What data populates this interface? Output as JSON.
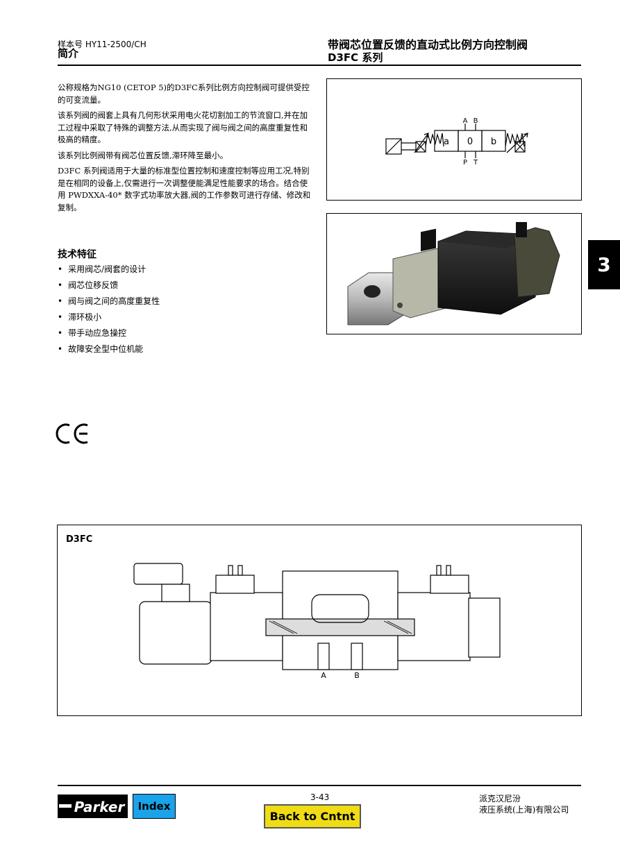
{
  "header": {
    "catalog": "样本号 HY11-2500/CH",
    "section": "简介",
    "title": "带阀芯位置反馈的直动式比例方向控制阀",
    "subtitle": "D3FC 系列"
  },
  "intro": {
    "p1": "公称规格为NG10 (CETOP 5)的D3FC系列比例方向控制阀可提供受控的可变流量。",
    "p2": "该系列阀的阀套上具有几何形状采用电火花切割加工的节流窗口,并在加工过程中采取了特殊的调整方法,从而实现了阀与阀之间的高度重复性和极高的精度。",
    "p3": "该系列比例阀带有阀芯位置反馈,滞环降至最小。",
    "p4": "D3FC 系列阀适用于大量的标准型位置控制和速度控制等应用工况,特别是在相同的设备上,仅需进行一次调整便能满足性能要求的场合。结合使用 PWDXXA-40* 数字式功率放大器,阀的工作参数可进行存储、修改和复制。"
  },
  "features": {
    "heading": "技术特征",
    "items": [
      "采用阀芯/阀套的设计",
      "阀芯位移反馈",
      "阀与阀之间的高度重复性",
      "滞环极小",
      "带手动应急操控",
      "故障安全型中位机能"
    ]
  },
  "symbol": {
    "a": "a",
    "zero": "0",
    "b": "b",
    "A": "A",
    "B": "B",
    "P": "P",
    "T": "T"
  },
  "side_tab": "3",
  "ce_mark": "CE",
  "section_drawing": {
    "label": "D3FC",
    "port_a": "A",
    "port_b": "B"
  },
  "footer": {
    "brand": "Parker",
    "index_label": "Index",
    "page": "3-43",
    "back_label": "Back to Cntnt",
    "company_line1": "派克汉尼汾",
    "company_line2": "液压系统(上海)有限公司"
  },
  "colors": {
    "index_bg": "#1aa3e8",
    "back_bg": "#f0dc14"
  }
}
